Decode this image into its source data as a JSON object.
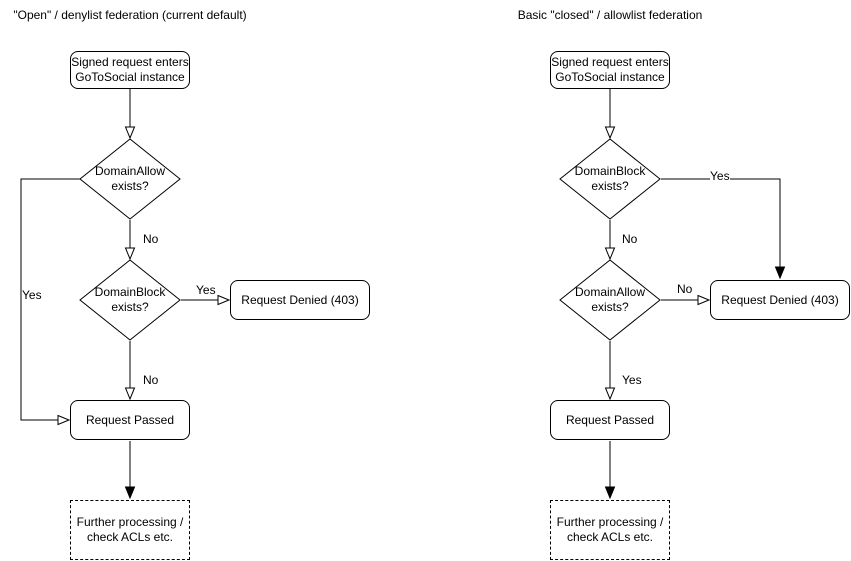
{
  "canvas": {
    "background": "#ffffff",
    "stroke_color": "#000000",
    "node_fill": "#ffffff",
    "text_color": "#000000"
  },
  "charts": [
    {
      "title": "\"Open\" / denylist federation (current default)",
      "nodes": {
        "start": "Signed request enters\nGoToSocial instance",
        "decision1": "DomainAllow\nexists?",
        "decision2": "DomainBlock\nexists?",
        "denied": "Request Denied (403)",
        "passed": "Request Passed",
        "further": "Further processing /\ncheck ACLs etc."
      },
      "edges": {
        "decision1_yes": "Yes",
        "decision1_no": "No",
        "decision2_yes": "Yes",
        "decision2_no": "No"
      }
    },
    {
      "title": "Basic \"closed\" / allowlist federation",
      "nodes": {
        "start": "Signed request enters\nGoToSocial instance",
        "decision1": "DomainBlock\nexists?",
        "decision2": "DomainAllow\nexists?",
        "denied": "Request Denied (403)",
        "passed": "Request Passed",
        "further": "Further processing /\ncheck ACLs etc."
      },
      "edges": {
        "decision1_yes": "Yes",
        "decision1_no": "No",
        "decision2_no": "No",
        "decision2_yes": "Yes"
      }
    }
  ]
}
